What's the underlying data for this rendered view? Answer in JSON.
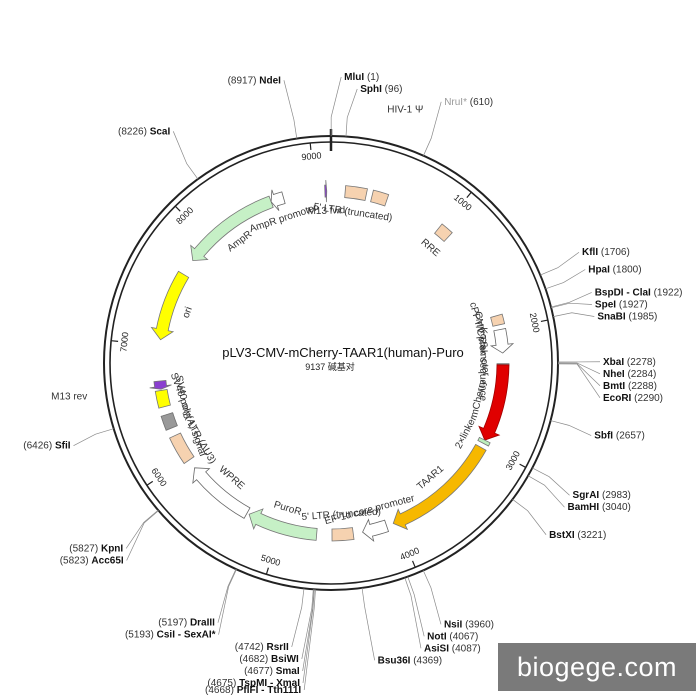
{
  "plasmid": {
    "name": "pLV3-CMV-mCherry-TAAR1(human)-Puro",
    "size": 9137,
    "size_text": "9137 碱基对"
  },
  "ticks": [
    {
      "label": "1000",
      "pos": 1000
    },
    {
      "label": "2000",
      "pos": 2000
    },
    {
      "label": "3000",
      "pos": 3000
    },
    {
      "label": "4000",
      "pos": 4000
    },
    {
      "label": "5000",
      "pos": 5000
    },
    {
      "label": "6000",
      "pos": 6000
    },
    {
      "label": "7000",
      "pos": 7000
    },
    {
      "label": "8000",
      "pos": 8000
    },
    {
      "label": "9000",
      "pos": 9000
    }
  ],
  "features": [
    {
      "name": "M13 fwd",
      "start": 9085,
      "end": 9101,
      "direction": "forward",
      "color": "#8a3fd0"
    },
    {
      "name": "5' LTR (truncated)",
      "start": 120,
      "end": 300,
      "direction": "none",
      "color": "#f6d2b0"
    },
    {
      "name": "HIV-1 Ψ",
      "start": 350,
      "end": 480,
      "direction": "none",
      "color": "#f6d2b0"
    },
    {
      "name": "RRE",
      "start": 980,
      "end": 1090,
      "direction": "none",
      "color": "#f6d2b0"
    },
    {
      "name": "cPPT/CTS",
      "start": 1880,
      "end": 1960,
      "direction": "none",
      "color": "#f6d2b0"
    },
    {
      "name": "CMV promoter",
      "start": 2000,
      "end": 2200,
      "direction": "forward",
      "color": "#ffffff"
    },
    {
      "name": "Kozak sequence",
      "start": 2290,
      "end": 2300,
      "direction": "none",
      "color": "#888888"
    },
    {
      "name": "mCherry",
      "start": 2300,
      "end": 2960,
      "direction": "forward",
      "color": "#e00000"
    },
    {
      "name": "2×linker",
      "start": 2960,
      "end": 2990,
      "direction": "none",
      "color": "#bbeebb"
    },
    {
      "name": "TAAR1",
      "start": 3030,
      "end": 4030,
      "direction": "forward",
      "color": "#f6b800"
    },
    {
      "name": "EF-1α core promoter",
      "start": 4090,
      "end": 4300,
      "direction": "forward",
      "color": "#ffffff"
    },
    {
      "name": "5' LTR (truncated)",
      "start": 4380,
      "end": 4560,
      "direction": "none",
      "color": "#f6d2b0"
    },
    {
      "name": "PuroR",
      "start": 4690,
      "end": 5290,
      "direction": "forward",
      "color": "#c6f0c6"
    },
    {
      "name": "WPRE",
      "start": 5310,
      "end": 5900,
      "direction": "forward",
      "color": "#ffffff"
    },
    {
      "name": "3' LTR (ΔU3)",
      "start": 5980,
      "end": 6220,
      "direction": "none",
      "color": "#f6d2b0"
    },
    {
      "name": "SV40 poly(A) signal",
      "start": 6290,
      "end": 6410,
      "direction": "none",
      "color": "#ffffff"
    },
    {
      "name": "",
      "start": 6290,
      "end": 6410,
      "direction": "none",
      "color": "#999999"
    },
    {
      "name": "SV40 ori",
      "start": 6480,
      "end": 6620,
      "direction": "none",
      "color": "#ffff00"
    },
    {
      "name": "M13 rev",
      "start": 6630,
      "end": 6700,
      "direction": "reverse",
      "color": "#8a3fd0"
    },
    {
      "name": "ori",
      "start": 7050,
      "end": 7640,
      "direction": "reverse",
      "color": "#ffff00"
    },
    {
      "name": "AmpR",
      "start": 7780,
      "end": 8620,
      "direction": "reverse",
      "color": "#c6f0c6"
    },
    {
      "name": "AmpR promoter",
      "start": 8620,
      "end": 8730,
      "direction": "reverse",
      "color": "#ffffff"
    }
  ],
  "sites": [
    {
      "name": "MluI",
      "pos_text": "(1)",
      "pos": 1,
      "dim": false
    },
    {
      "name": "SphI",
      "pos_text": "(96)",
      "pos": 96,
      "dim": false
    },
    {
      "name": "NruI*",
      "pos_text": "(610)",
      "pos": 610,
      "dim": true
    },
    {
      "name": "KflI",
      "pos_text": "(1706)",
      "pos": 1706,
      "dim": false
    },
    {
      "name": "HpaI",
      "pos_text": "(1800)",
      "pos": 1800,
      "dim": false
    },
    {
      "name": "BspDI - ClaI",
      "pos_text": "(1922)",
      "pos": 1922,
      "dim": false
    },
    {
      "name": "SpeI",
      "pos_text": "(1927)",
      "pos": 1927,
      "dim": false
    },
    {
      "name": "SnaBI",
      "pos_text": "(1985)",
      "pos": 1985,
      "dim": false
    },
    {
      "name": "XbaI",
      "pos_text": "(2278)",
      "pos": 2278,
      "dim": false
    },
    {
      "name": "NheI",
      "pos_text": "(2284)",
      "pos": 2284,
      "dim": false
    },
    {
      "name": "BmtI",
      "pos_text": "(2288)",
      "pos": 2288,
      "dim": false
    },
    {
      "name": "EcoRI",
      "pos_text": "(2290)",
      "pos": 2290,
      "dim": false
    },
    {
      "name": "SbfI",
      "pos_text": "(2657)",
      "pos": 2657,
      "dim": false
    },
    {
      "name": "SgrAI",
      "pos_text": "(2983)",
      "pos": 2983,
      "dim": false
    },
    {
      "name": "BamHI",
      "pos_text": "(3040)",
      "pos": 3040,
      "dim": false
    },
    {
      "name": "BstXI",
      "pos_text": "(3221)",
      "pos": 3221,
      "dim": false
    },
    {
      "name": "NsiI",
      "pos_text": "(3960)",
      "pos": 3960,
      "dim": false
    },
    {
      "name": "NotI",
      "pos_text": "(4067)",
      "pos": 4067,
      "dim": false
    },
    {
      "name": "AsiSI",
      "pos_text": "(4087)",
      "pos": 4087,
      "dim": false
    },
    {
      "name": "Bsu36I",
      "pos_text": "(4369)",
      "pos": 4369,
      "dim": false
    },
    {
      "name": "PflFI - Tth111I",
      "pos_text": "(4668)",
      "pos": 4668,
      "dim": false
    },
    {
      "name": "TspMI - XmaI",
      "pos_text": "(4675)",
      "pos": 4675,
      "dim": false
    },
    {
      "name": "SmaI",
      "pos_text": "(4677)",
      "pos": 4677,
      "dim": false
    },
    {
      "name": "BsiWI",
      "pos_text": "(4682)",
      "pos": 4682,
      "dim": false
    },
    {
      "name": "RsrII",
      "pos_text": "(4742)",
      "pos": 4742,
      "dim": false
    },
    {
      "name": "CsiI - SexAI*",
      "pos_text": "(5193)",
      "pos": 5193,
      "dim": false
    },
    {
      "name": "DraIII",
      "pos_text": "(5197)",
      "pos": 5197,
      "dim": false
    },
    {
      "name": "Acc65I",
      "pos_text": "(5823)",
      "pos": 5823,
      "dim": false
    },
    {
      "name": "KpnI",
      "pos_text": "(5827)",
      "pos": 5827,
      "dim": false
    },
    {
      "name": "SfiI",
      "pos_text": "(6426)",
      "pos": 6426,
      "dim": false
    },
    {
      "name": "ScaI",
      "pos_text": "(8226)",
      "pos": 8226,
      "dim": false
    },
    {
      "name": "NdeI",
      "pos_text": "(8917)",
      "pos": 8917,
      "dim": false
    }
  ],
  "watermark": "biogege.com",
  "colors": {
    "backbone": "#222222",
    "feature_stroke": "#b07040",
    "leader": "#8a8a8a",
    "watermark_bg": "#7a7a7a"
  }
}
